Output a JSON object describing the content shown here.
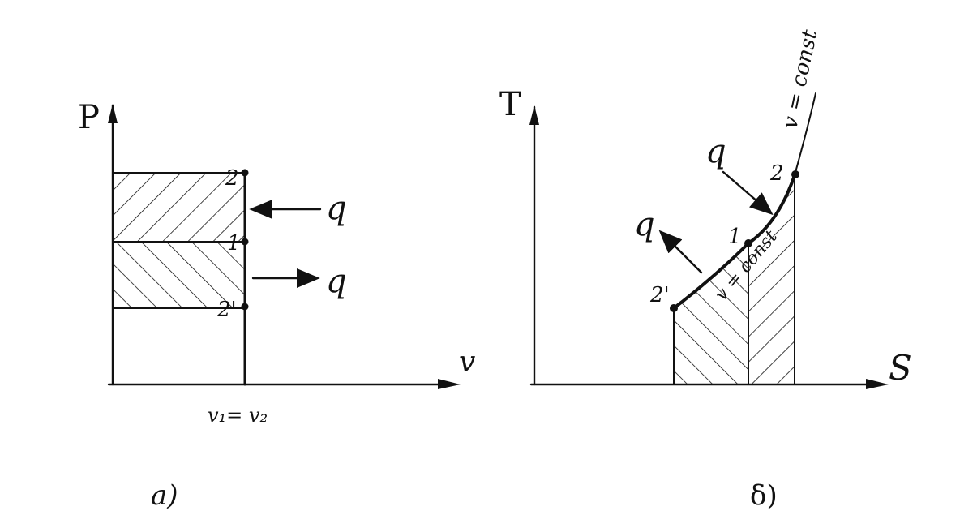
{
  "panel_a": {
    "y_axis_label": "P",
    "x_axis_label": "v",
    "x_tick_label": "v₁= v₂",
    "point_labels": [
      "2",
      "1",
      "2'"
    ],
    "heat_labels": [
      "q",
      "q"
    ],
    "caption": "a)"
  },
  "panel_b": {
    "y_axis_label": "T",
    "x_axis_label": "S",
    "curve_label_top": "v = const",
    "curve_label_mid": "v = const",
    "point_labels": [
      "2",
      "1",
      "2'"
    ],
    "heat_labels": [
      "q",
      "q"
    ],
    "caption": "δ)"
  },
  "colors": {
    "ink": "#111111",
    "paper": "#ffffff"
  }
}
